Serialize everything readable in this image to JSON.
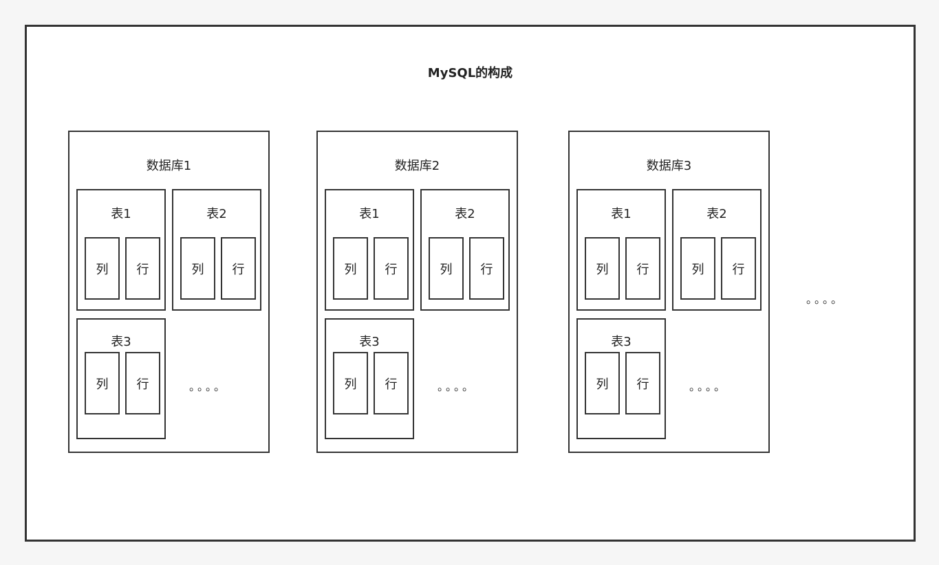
{
  "title": "MySQL的构成",
  "databases": [
    {
      "label": "数据库1",
      "tables": [
        {
          "label": "表1",
          "col": "列",
          "row": "行"
        },
        {
          "label": "表2",
          "col": "列",
          "row": "行"
        },
        {
          "label": "表3",
          "col": "列",
          "row": "行"
        }
      ],
      "more": "。。。。"
    },
    {
      "label": "数据库2",
      "tables": [
        {
          "label": "表1",
          "col": "列",
          "row": "行"
        },
        {
          "label": "表2",
          "col": "列",
          "row": "行"
        },
        {
          "label": "表3",
          "col": "列",
          "row": "行"
        }
      ],
      "more": "。。。。"
    },
    {
      "label": "数据库3",
      "tables": [
        {
          "label": "表1",
          "col": "列",
          "row": "行"
        },
        {
          "label": "表2",
          "col": "列",
          "row": "行"
        },
        {
          "label": "表3",
          "col": "列",
          "row": "行"
        }
      ],
      "more": "。。。。"
    }
  ],
  "more_databases": "。。。。"
}
